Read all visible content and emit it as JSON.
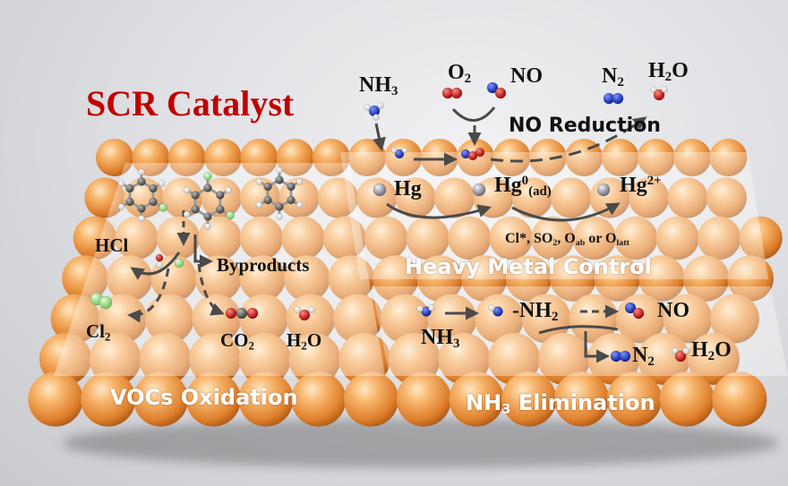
{
  "title": "SCR Catalyst",
  "panels": {
    "voc": {
      "title": "VOCs Oxidation",
      "hcl": "HCl",
      "byproducts": "Byproducts",
      "cl": "Cl",
      "cl_sub": "2",
      "co": "CO",
      "co_sub": "2",
      "h": "H",
      "h_sub": "2",
      "o": "O"
    },
    "hg": {
      "title": "Heavy Metal Control",
      "nh": "NH",
      "nh_sub": "3",
      "o": "O",
      "o_sub": "2",
      "no": "NO",
      "n": "N",
      "n_sub": "2",
      "h": "H",
      "h_sub": "2",
      "water_o": "O",
      "no_reduction": "NO Reduction",
      "hg": "Hg",
      "hg0": "Hg",
      "hg0_sup": "0",
      "hg0_sub": "(ad)",
      "hg2": "Hg",
      "hg2_sup": "2+",
      "oxidants_a": "Cl*, SO",
      "oxidants_sub1": "2",
      "oxidants_b": ", O",
      "oxidants_sub2": "ab",
      "oxidants_c": " or O",
      "oxidants_sub3": "latt"
    },
    "nh3": {
      "title_a": "NH",
      "title_sub": "3",
      "title_b": " Elimination",
      "nh": "NH",
      "nh_sub": "3",
      "nh2_a": "-NH",
      "nh2_sub": "2",
      "no": "NO",
      "n": "N",
      "n_sub": "2",
      "h": "H",
      "h_sub": "2",
      "o": "O"
    }
  },
  "colors": {
    "title": "#c00000",
    "sphere": "#f0a055",
    "nitrogen": "#1f3fd6",
    "oxygen": "#e01515",
    "hydrogen": "#ffffff",
    "carbon": "#6a6a6a",
    "chlorine": "#9be38a",
    "mercury": "#9a9aa8"
  }
}
